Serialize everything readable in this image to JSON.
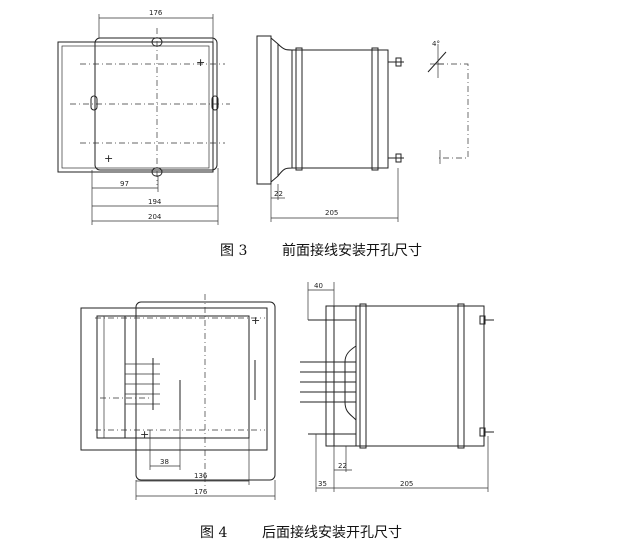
{
  "figure3": {
    "number": "图 3",
    "title": "前面接线安装开孔尺寸",
    "dims": {
      "top": "176",
      "offset": "97",
      "inner": "194",
      "outer": "204",
      "depth": "205",
      "flange": "22",
      "angle": "4°"
    }
  },
  "figure4": {
    "number": "图 4",
    "title": "后面接线安装开孔尺寸",
    "dims": {
      "small": "38",
      "inner": "136",
      "outer": "176",
      "top": "40",
      "flange": "22",
      "lead": "35",
      "depth": "205"
    }
  }
}
